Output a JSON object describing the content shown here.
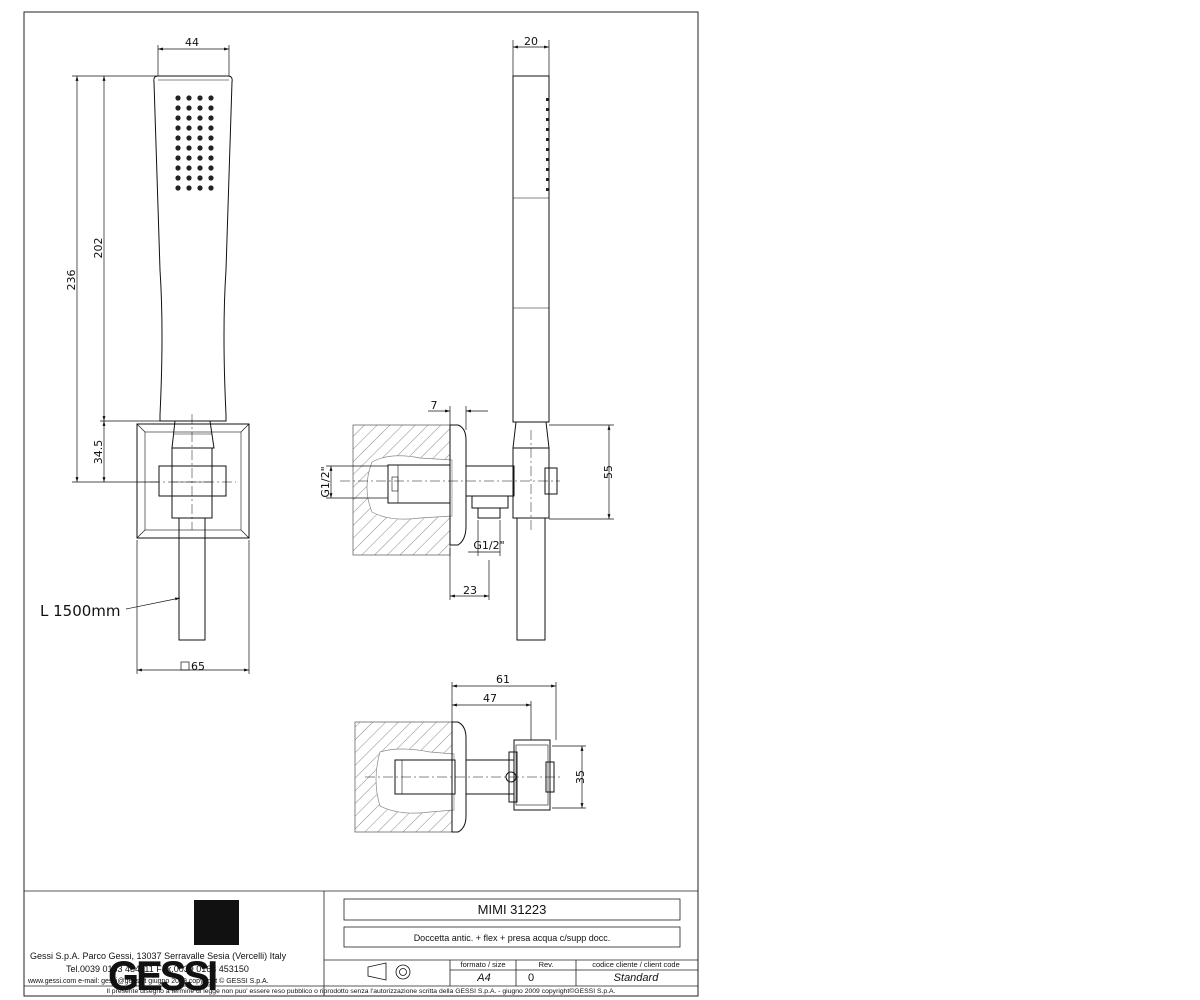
{
  "drawing": {
    "front_view": {
      "width_label": "44",
      "total_height_label": "236",
      "head_height_label": "202",
      "bracket_label": "34.5",
      "hose_label": "L  1500mm",
      "plate_label": "65"
    },
    "side_view": {
      "width_label": "20",
      "offset_label": "7",
      "height_label": "55",
      "thread_left_label": "G1/2\"",
      "thread_bottom_label": "G1/2\"",
      "depth_label": "23"
    },
    "top_view": {
      "outer_label": "61",
      "inner_label": "47",
      "height_label": "35"
    }
  },
  "title_block": {
    "logo_text": "GESSI",
    "company_line": "Gessi S.p.A. Parco Gessi, 13037 Serravalle Sesia (Vercelli) Italy",
    "phone_line": "Tel.0039 0163 454111 Fax.0039 0163 453150",
    "web_line": "www.gessi.com   e-mail: gessi@gessi.it   giugno 2009   copyright © GESSI S.p.A.",
    "product_code": "MIMI  31223",
    "description": "Doccetta antic. + flex + presa acqua c/supp docc.",
    "format_header": "formato / size",
    "format_value": "A4",
    "rev_header": "Rev.",
    "rev_value": "0",
    "client_header": "codice cliente / client code",
    "client_value": "Standard",
    "legal_note": "Il presente disegno a termine di legge non puo' essere reso pubblico o riprodotto senza l'autorizzazione scritta della GESSI S.p.A. - giugno 2009  copyright©GESSI S.p.A."
  }
}
